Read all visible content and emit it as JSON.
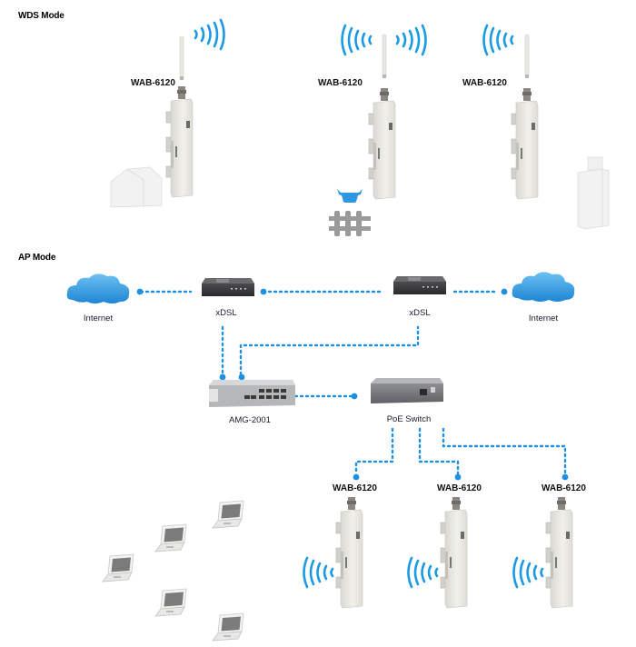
{
  "sections": {
    "wds": {
      "title": "WDS Mode"
    },
    "ap": {
      "title": "AP Mode"
    }
  },
  "wds_devices": [
    {
      "label": "WAB-6120",
      "signal": "right",
      "site": "house"
    },
    {
      "label": "WAB-6120",
      "signal": "both",
      "site": "farm"
    },
    {
      "label": "WAB-6120",
      "signal": "left",
      "site": "building"
    }
  ],
  "ap_nodes": {
    "internet_left": {
      "label": "Internet",
      "icon": "cloud-icon"
    },
    "xdsl_left": {
      "label": "xDSL",
      "icon": "modem-icon"
    },
    "xdsl_right": {
      "label": "xDSL",
      "icon": "modem-icon"
    },
    "internet_right": {
      "label": "Internet",
      "icon": "cloud-icon"
    },
    "gateway": {
      "label": "AMG-2001",
      "icon": "gateway-icon"
    },
    "poe_switch": {
      "label": "PoE Switch",
      "icon": "switch-icon"
    }
  },
  "ap_devices": [
    {
      "label": "WAB-6120"
    },
    {
      "label": "WAB-6120"
    },
    {
      "label": "WAB-6120"
    }
  ],
  "clients": {
    "count": 5,
    "icon": "laptop-icon"
  },
  "colors": {
    "link": "#1e90e0",
    "signal": "#1b9ae4",
    "cloud": "#3aa5e8",
    "device_body": "#ecebe6",
    "device_shadow": "#cfcec8",
    "box_dark": "#3c3c3e",
    "switch_gray": "#7b7d80",
    "cow": "#2f97e2",
    "fence": "#9a9a9a"
  }
}
